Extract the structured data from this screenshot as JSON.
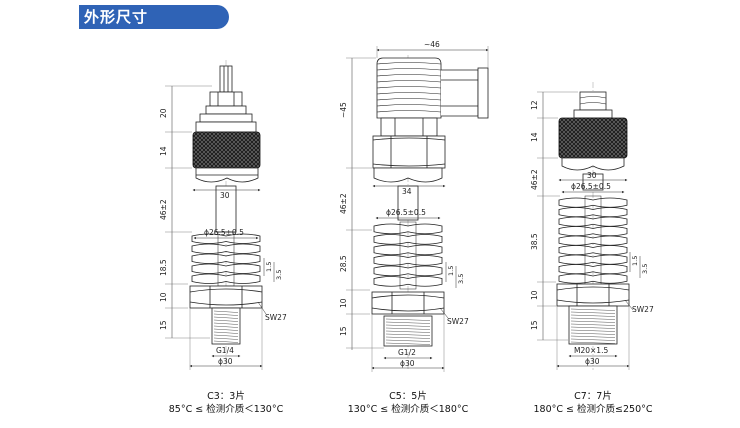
{
  "header": {
    "title": "外形尺寸",
    "color": "#2f63b6"
  },
  "models": [
    {
      "id": "c3",
      "caption_line1": "C3：3片",
      "caption_line2": "85°C ≤ 检测介质＜130°C",
      "dims": {
        "top": "30",
        "stem": "20",
        "knob": "14",
        "body": "46±2",
        "fin_diameter": "ϕ26.5±0.5",
        "fins": "18.5",
        "fin_gap": "1.5",
        "fin_pitch": "3.5",
        "hex": "10",
        "wrench": "SW27",
        "thread_len": "15",
        "thread": "G1/4",
        "bottom_diameter": "ϕ30"
      }
    },
    {
      "id": "c5",
      "caption_line1": "C5：5片",
      "caption_line2": "130°C ≤ 检测介质＜180°C",
      "dims": {
        "top": "~46",
        "connector": "~45",
        "width": "34",
        "body": "46±2",
        "fin_diameter": "ϕ26.5±0.5",
        "fins": "28.5",
        "fin_gap": "1.5",
        "fin_pitch": "3.5",
        "hex": "10",
        "wrench": "SW27",
        "thread_len": "15",
        "thread": "G1/2",
        "bottom_diameter": "ϕ30"
      }
    },
    {
      "id": "c7",
      "caption_line1": "C7：7片",
      "caption_line2": "180°C ≤ 检测介质≤250°C",
      "dims": {
        "plug": "12",
        "knob": "14",
        "width": "30",
        "body": "46±2",
        "fin_diameter": "ϕ26.5±0.5",
        "fins": "38.5",
        "fin_gap": "1.5",
        "fin_pitch": "3.5",
        "hex": "10",
        "wrench": "SW27",
        "thread_len": "15",
        "thread": "M20×1.5",
        "bottom_diameter": "ϕ30"
      }
    }
  ]
}
